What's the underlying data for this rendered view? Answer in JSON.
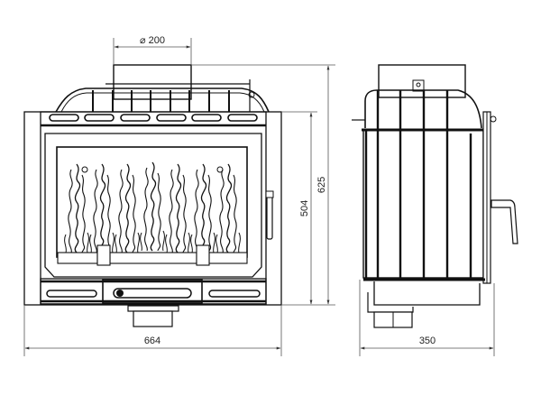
{
  "drawing": {
    "subject": "Fireplace insert technical drawing",
    "views": [
      "front-view",
      "side-view"
    ],
    "line_color": "#1a1a1a",
    "dim_line_color": "#555555",
    "background": "#ffffff"
  },
  "dimensions": {
    "flue_diameter": "⌀ 200",
    "front_width": "664",
    "glass_height": "504",
    "total_height": "625",
    "depth": "350"
  }
}
